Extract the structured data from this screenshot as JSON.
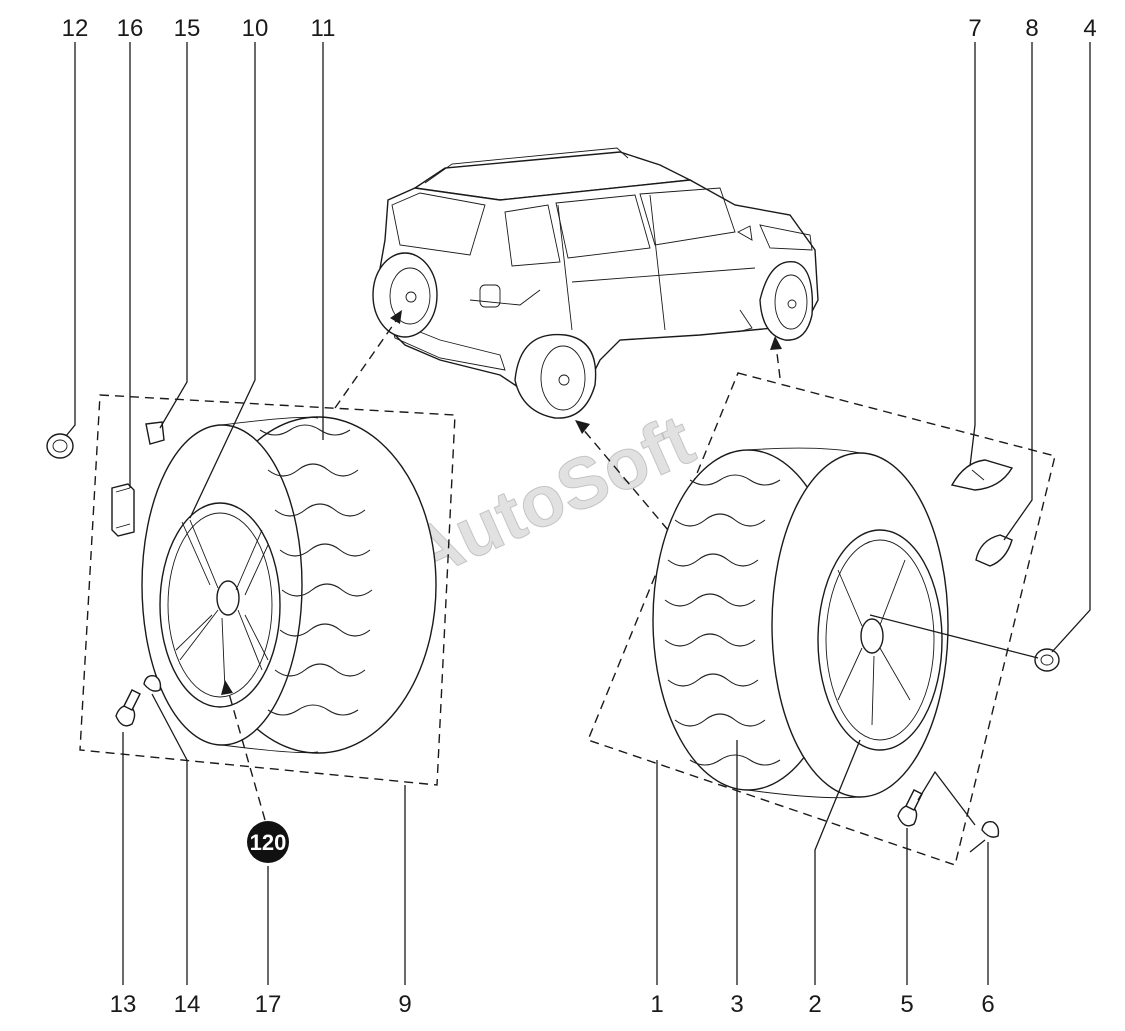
{
  "callouts": {
    "c1": "1",
    "c2": "2",
    "c3": "3",
    "c4": "4",
    "c5": "5",
    "c6": "6",
    "c7": "7",
    "c8": "8",
    "c9": "9",
    "c10": "10",
    "c11": "11",
    "c12": "12",
    "c13": "13",
    "c14": "14",
    "c15": "15",
    "c16": "16",
    "c17": "17"
  },
  "badge": {
    "text": "120"
  },
  "watermark": {
    "text": "AutoSoft"
  }
}
